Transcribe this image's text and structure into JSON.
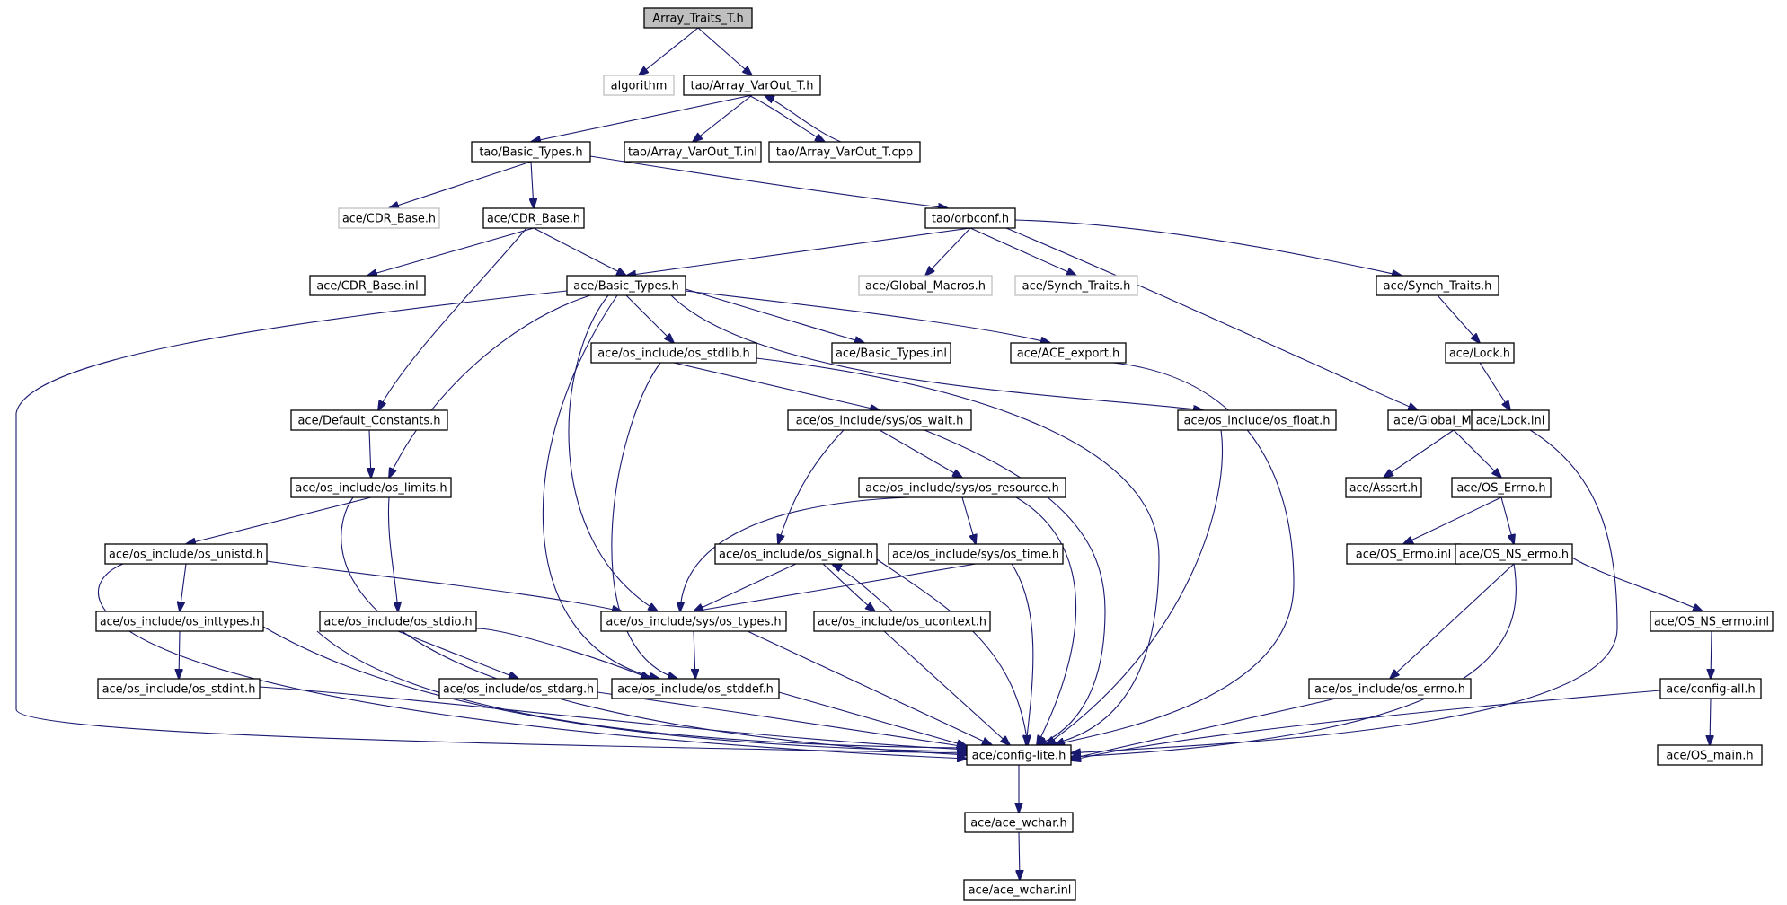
{
  "diagram": {
    "colors": {
      "edge": "#191970",
      "node_border": "#000000",
      "missing_border": "#bfbfbf",
      "root_fill": "#bfbfbf",
      "background": "#ffffff"
    },
    "nodes": [
      {
        "id": "root",
        "label": "Array_Traits_T.h",
        "kind": "root"
      },
      {
        "id": "algorithm",
        "label": "algorithm",
        "kind": "missing"
      },
      {
        "id": "varout_h",
        "label": "tao/Array_VarOut_T.h",
        "kind": "normal"
      },
      {
        "id": "tao_basic",
        "label": "tao/Basic_Types.h",
        "kind": "normal"
      },
      {
        "id": "varout_inl",
        "label": "tao/Array_VarOut_T.inl",
        "kind": "normal"
      },
      {
        "id": "varout_cpp",
        "label": "tao/Array_VarOut_T.cpp",
        "kind": "normal"
      },
      {
        "id": "cdr_base_m",
        "label": "ace/CDR_Base.h",
        "kind": "missing"
      },
      {
        "id": "cdr_base",
        "label": "ace/CDR_Base.h",
        "kind": "normal"
      },
      {
        "id": "orbconf",
        "label": "tao/orbconf.h",
        "kind": "normal"
      },
      {
        "id": "cdr_inl",
        "label": "ace/CDR_Base.inl",
        "kind": "normal"
      },
      {
        "id": "ace_basic",
        "label": "ace/Basic_Types.h",
        "kind": "normal"
      },
      {
        "id": "glob_m",
        "label": "ace/Global_Macros.h",
        "kind": "missing"
      },
      {
        "id": "synch_m",
        "label": "ace/Synch_Traits.h",
        "kind": "missing"
      },
      {
        "id": "synch",
        "label": "ace/Synch_Traits.h",
        "kind": "normal"
      },
      {
        "id": "stdlib",
        "label": "ace/os_include/os_stdlib.h",
        "kind": "normal"
      },
      {
        "id": "basic_inl",
        "label": "ace/Basic_Types.inl",
        "kind": "normal"
      },
      {
        "id": "export",
        "label": "ace/ACE_export.h",
        "kind": "normal"
      },
      {
        "id": "lock",
        "label": "ace/Lock.h",
        "kind": "normal"
      },
      {
        "id": "defconst",
        "label": "ace/Default_Constants.h",
        "kind": "normal"
      },
      {
        "id": "wait",
        "label": "ace/os_include/sys/os_wait.h",
        "kind": "normal"
      },
      {
        "id": "float",
        "label": "ace/os_include/os_float.h",
        "kind": "normal"
      },
      {
        "id": "glob",
        "label": "ace/Global_Macros.h",
        "kind": "normal"
      },
      {
        "id": "lock_inl",
        "label": "ace/Lock.inl",
        "kind": "normal"
      },
      {
        "id": "limits",
        "label": "ace/os_include/os_limits.h",
        "kind": "normal"
      },
      {
        "id": "resource",
        "label": "ace/os_include/sys/os_resource.h",
        "kind": "normal"
      },
      {
        "id": "assert",
        "label": "ace/Assert.h",
        "kind": "normal"
      },
      {
        "id": "oserrno",
        "label": "ace/OS_Errno.h",
        "kind": "normal"
      },
      {
        "id": "unistd",
        "label": "ace/os_include/os_unistd.h",
        "kind": "normal"
      },
      {
        "id": "signal",
        "label": "ace/os_include/os_signal.h",
        "kind": "normal"
      },
      {
        "id": "systime",
        "label": "ace/os_include/sys/os_time.h",
        "kind": "normal"
      },
      {
        "id": "oserrno_inl",
        "label": "ace/OS_Errno.inl",
        "kind": "normal"
      },
      {
        "id": "nserrno",
        "label": "ace/OS_NS_errno.h",
        "kind": "normal"
      },
      {
        "id": "inttypes",
        "label": "ace/os_include/os_inttypes.h",
        "kind": "normal"
      },
      {
        "id": "stdio",
        "label": "ace/os_include/os_stdio.h",
        "kind": "normal"
      },
      {
        "id": "systypes",
        "label": "ace/os_include/sys/os_types.h",
        "kind": "normal"
      },
      {
        "id": "ucontext",
        "label": "ace/os_include/os_ucontext.h",
        "kind": "normal"
      },
      {
        "id": "nserrno_inl",
        "label": "ace/OS_NS_errno.inl",
        "kind": "normal"
      },
      {
        "id": "stdint",
        "label": "ace/os_include/os_stdint.h",
        "kind": "normal"
      },
      {
        "id": "stdarg",
        "label": "ace/os_include/os_stdarg.h",
        "kind": "normal"
      },
      {
        "id": "stddef",
        "label": "ace/os_include/os_stddef.h",
        "kind": "normal"
      },
      {
        "id": "errno",
        "label": "ace/os_include/os_errno.h",
        "kind": "normal"
      },
      {
        "id": "configall",
        "label": "ace/config-all.h",
        "kind": "normal"
      },
      {
        "id": "configlite",
        "label": "ace/config-lite.h",
        "kind": "normal"
      },
      {
        "id": "osmain",
        "label": "ace/OS_main.h",
        "kind": "normal"
      },
      {
        "id": "wchar",
        "label": "ace/ace_wchar.h",
        "kind": "normal"
      },
      {
        "id": "wchar_inl",
        "label": "ace/ace_wchar.inl",
        "kind": "normal"
      }
    ],
    "edges": [
      [
        "root",
        "algorithm"
      ],
      [
        "root",
        "varout_h"
      ],
      [
        "varout_h",
        "tao_basic"
      ],
      [
        "varout_h",
        "varout_inl"
      ],
      [
        "varout_h",
        "varout_cpp"
      ],
      [
        "varout_cpp",
        "varout_h"
      ],
      [
        "tao_basic",
        "cdr_base_m"
      ],
      [
        "tao_basic",
        "cdr_base"
      ],
      [
        "tao_basic",
        "orbconf"
      ],
      [
        "cdr_base",
        "cdr_inl"
      ],
      [
        "cdr_base",
        "ace_basic"
      ],
      [
        "cdr_base",
        "defconst"
      ],
      [
        "orbconf",
        "ace_basic"
      ],
      [
        "orbconf",
        "glob_m"
      ],
      [
        "orbconf",
        "synch_m"
      ],
      [
        "orbconf",
        "synch"
      ],
      [
        "orbconf",
        "glob"
      ],
      [
        "ace_basic",
        "configlite"
      ],
      [
        "ace_basic",
        "limits"
      ],
      [
        "ace_basic",
        "systypes"
      ],
      [
        "ace_basic",
        "stddef"
      ],
      [
        "ace_basic",
        "stdlib"
      ],
      [
        "ace_basic",
        "basic_inl"
      ],
      [
        "ace_basic",
        "export"
      ],
      [
        "ace_basic",
        "float"
      ],
      [
        "synch",
        "lock"
      ],
      [
        "lock",
        "lock_inl"
      ],
      [
        "stdlib",
        "wait"
      ],
      [
        "stdlib",
        "stddef"
      ],
      [
        "stdlib",
        "configlite"
      ],
      [
        "export",
        "configlite"
      ],
      [
        "float",
        "configlite"
      ],
      [
        "defconst",
        "limits"
      ],
      [
        "wait",
        "resource"
      ],
      [
        "wait",
        "signal"
      ],
      [
        "wait",
        "configlite"
      ],
      [
        "resource",
        "systypes"
      ],
      [
        "resource",
        "systime"
      ],
      [
        "resource",
        "configlite"
      ],
      [
        "limits",
        "unistd"
      ],
      [
        "limits",
        "stdio"
      ],
      [
        "limits",
        "configlite"
      ],
      [
        "unistd",
        "inttypes"
      ],
      [
        "unistd",
        "systypes"
      ],
      [
        "unistd",
        "configlite"
      ],
      [
        "signal",
        "systypes"
      ],
      [
        "signal",
        "ucontext"
      ],
      [
        "signal",
        "configlite"
      ],
      [
        "ucontext",
        "signal"
      ],
      [
        "ucontext",
        "configlite"
      ],
      [
        "systime",
        "systypes"
      ],
      [
        "systime",
        "configlite"
      ],
      [
        "glob",
        "assert"
      ],
      [
        "glob",
        "oserrno"
      ],
      [
        "glob",
        "configlite"
      ],
      [
        "oserrno",
        "oserrno_inl"
      ],
      [
        "oserrno",
        "nserrno"
      ],
      [
        "nserrno",
        "errno"
      ],
      [
        "nserrno",
        "nserrno_inl"
      ],
      [
        "nserrno",
        "configlite"
      ],
      [
        "nserrno_inl",
        "configall"
      ],
      [
        "configall",
        "configlite"
      ],
      [
        "configall",
        "osmain"
      ],
      [
        "inttypes",
        "stdint"
      ],
      [
        "inttypes",
        "configlite"
      ],
      [
        "stdint",
        "configlite"
      ],
      [
        "stdio",
        "stdarg"
      ],
      [
        "stdio",
        "stddef"
      ],
      [
        "stdio",
        "configlite"
      ],
      [
        "stdarg",
        "configlite"
      ],
      [
        "systypes",
        "stddef"
      ],
      [
        "systypes",
        "configlite"
      ],
      [
        "stddef",
        "configlite"
      ],
      [
        "errno",
        "configlite"
      ],
      [
        "configlite",
        "wchar"
      ],
      [
        "wchar",
        "wchar_inl"
      ]
    ]
  }
}
